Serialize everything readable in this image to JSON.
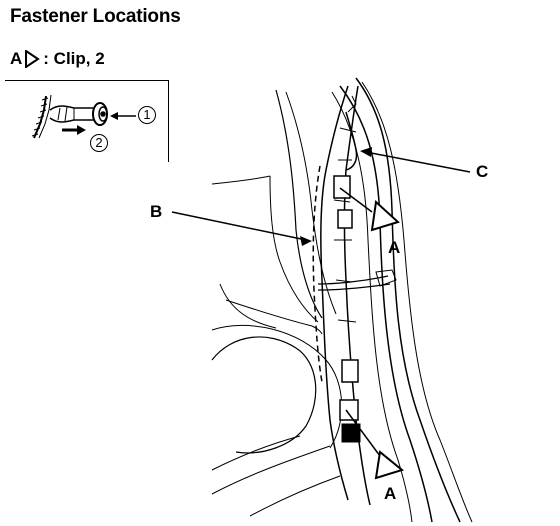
{
  "title": "Fastener Locations",
  "legend": {
    "letter": "A",
    "text": ": Clip, 2"
  },
  "inset": {
    "step1": "1",
    "step2": "2"
  },
  "callouts": {
    "a_upper": "A",
    "a_lower": "A",
    "b": "B",
    "c": "C"
  },
  "icons": [
    "triangle-marker-icon",
    "clip-fastener-icon",
    "arrow-icon"
  ]
}
